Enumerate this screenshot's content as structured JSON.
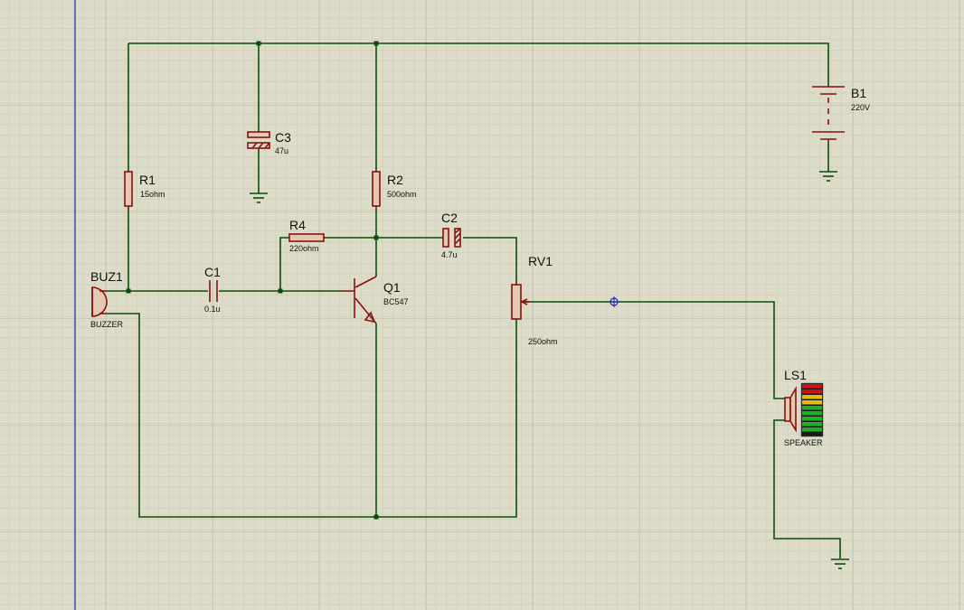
{
  "colors": {
    "background": "#dcdcc8",
    "grid_minor": "#c9c9b5",
    "grid_major": "#b9b9a4",
    "wire": "#0b4d0b",
    "component": "#8a1010",
    "origin_axis": "#2020c0",
    "label": "#101010"
  },
  "components": {
    "r1": {
      "ref": "R1",
      "value": "15ohm",
      "icon": "resistor-icon"
    },
    "r2": {
      "ref": "R2",
      "value": "500ohm",
      "icon": "resistor-icon"
    },
    "r4": {
      "ref": "R4",
      "value": "220ohm",
      "icon": "resistor-icon"
    },
    "c1": {
      "ref": "C1",
      "value": "0.1u",
      "icon": "capacitor-icon"
    },
    "c2": {
      "ref": "C2",
      "value": "4.7u",
      "icon": "polarized-capacitor-icon"
    },
    "c3": {
      "ref": "C3",
      "value": "47u",
      "icon": "polarized-capacitor-icon"
    },
    "q1": {
      "ref": "Q1",
      "value": "BC547",
      "icon": "npn-transistor-icon"
    },
    "rv1": {
      "ref": "RV1",
      "value": "250ohm",
      "icon": "potentiometer-icon"
    },
    "buz1": {
      "ref": "BUZ1",
      "value": "BUZZER",
      "icon": "buzzer-icon"
    },
    "ls1": {
      "ref": "LS1",
      "value": "SPEAKER",
      "icon": "speaker-icon"
    },
    "b1": {
      "ref": "B1",
      "value": "220V",
      "icon": "battery-icon"
    }
  }
}
